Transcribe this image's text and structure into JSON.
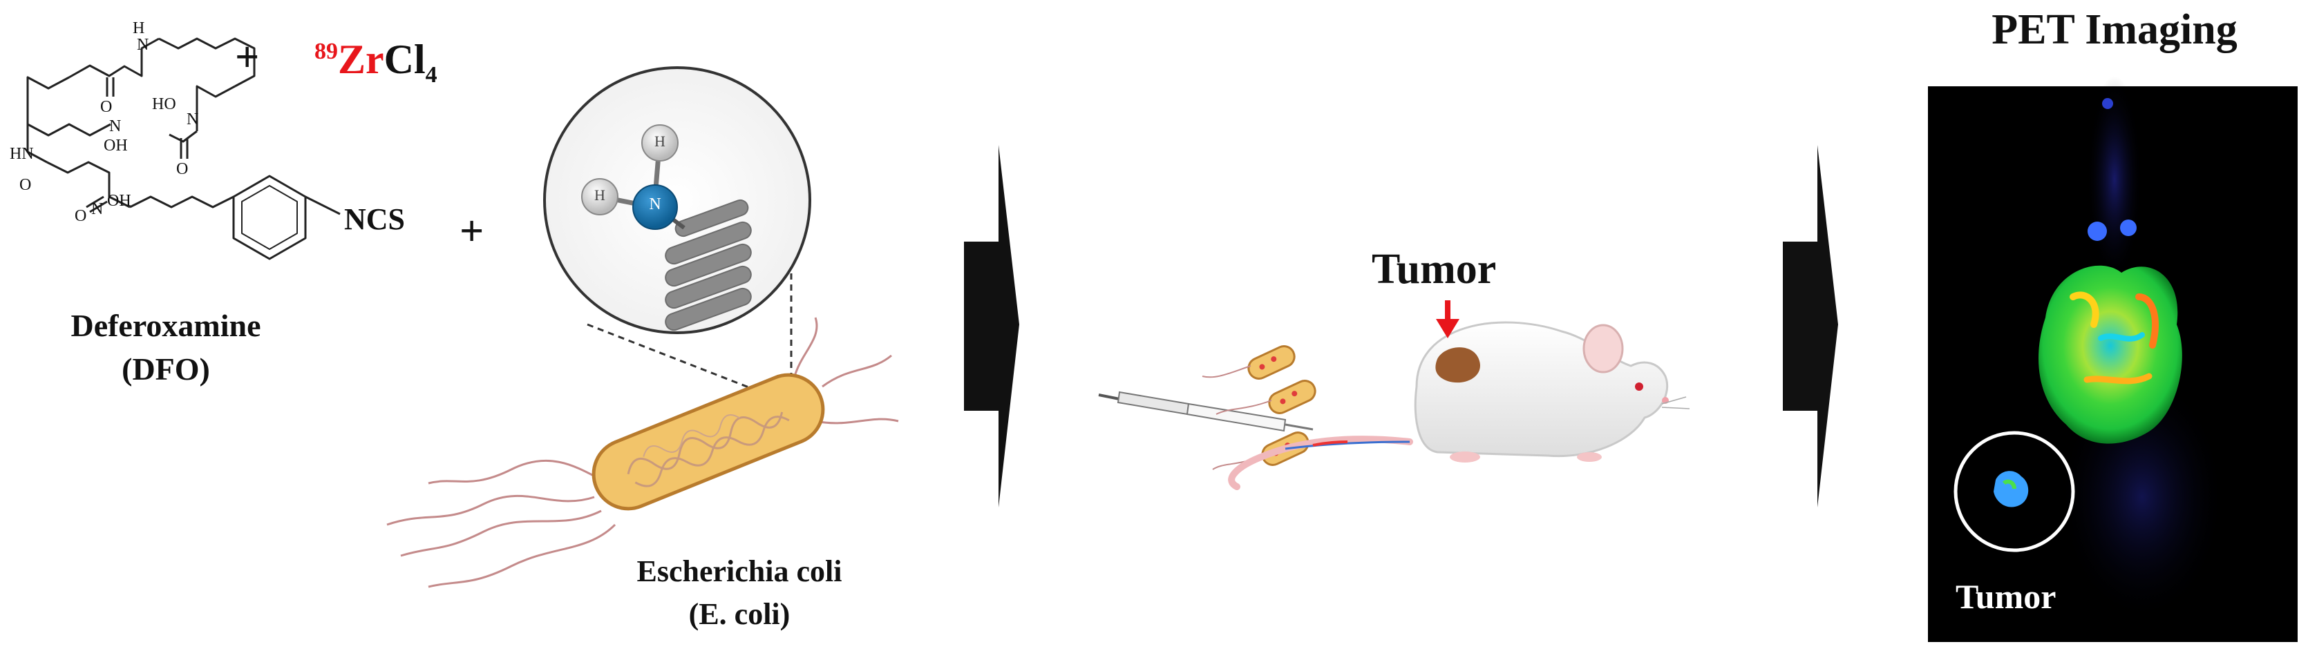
{
  "chemistry": {
    "plus": "+",
    "isotope_mass": "89",
    "isotope_symbol": "Zr",
    "compound_rest": "Cl",
    "compound_subscript": "4",
    "ncs_group": "NCS",
    "atoms": {
      "hn": "HN",
      "h": "H",
      "n": "N",
      "o": "O",
      "oh": "OH",
      "ho": "HO"
    },
    "deferoxamine_name": "Deferoxamine",
    "deferoxamine_abbrev": "(DFO)"
  },
  "bacteria": {
    "name": "Escherichia coli",
    "abbrev": "(E. coli)",
    "zoom_atom_center": "N",
    "zoom_atom_h": "H"
  },
  "injection": {
    "tumor_label": "Tumor"
  },
  "pet": {
    "title": "PET Imaging",
    "tumor_label": "Tumor"
  },
  "colors": {
    "isotope_red": "#e8161b",
    "arrow_black": "#111111",
    "bacteria_fill": "#f2c46a",
    "nitrogen_blue": "#1f78b4",
    "pet_background": "#000000"
  }
}
